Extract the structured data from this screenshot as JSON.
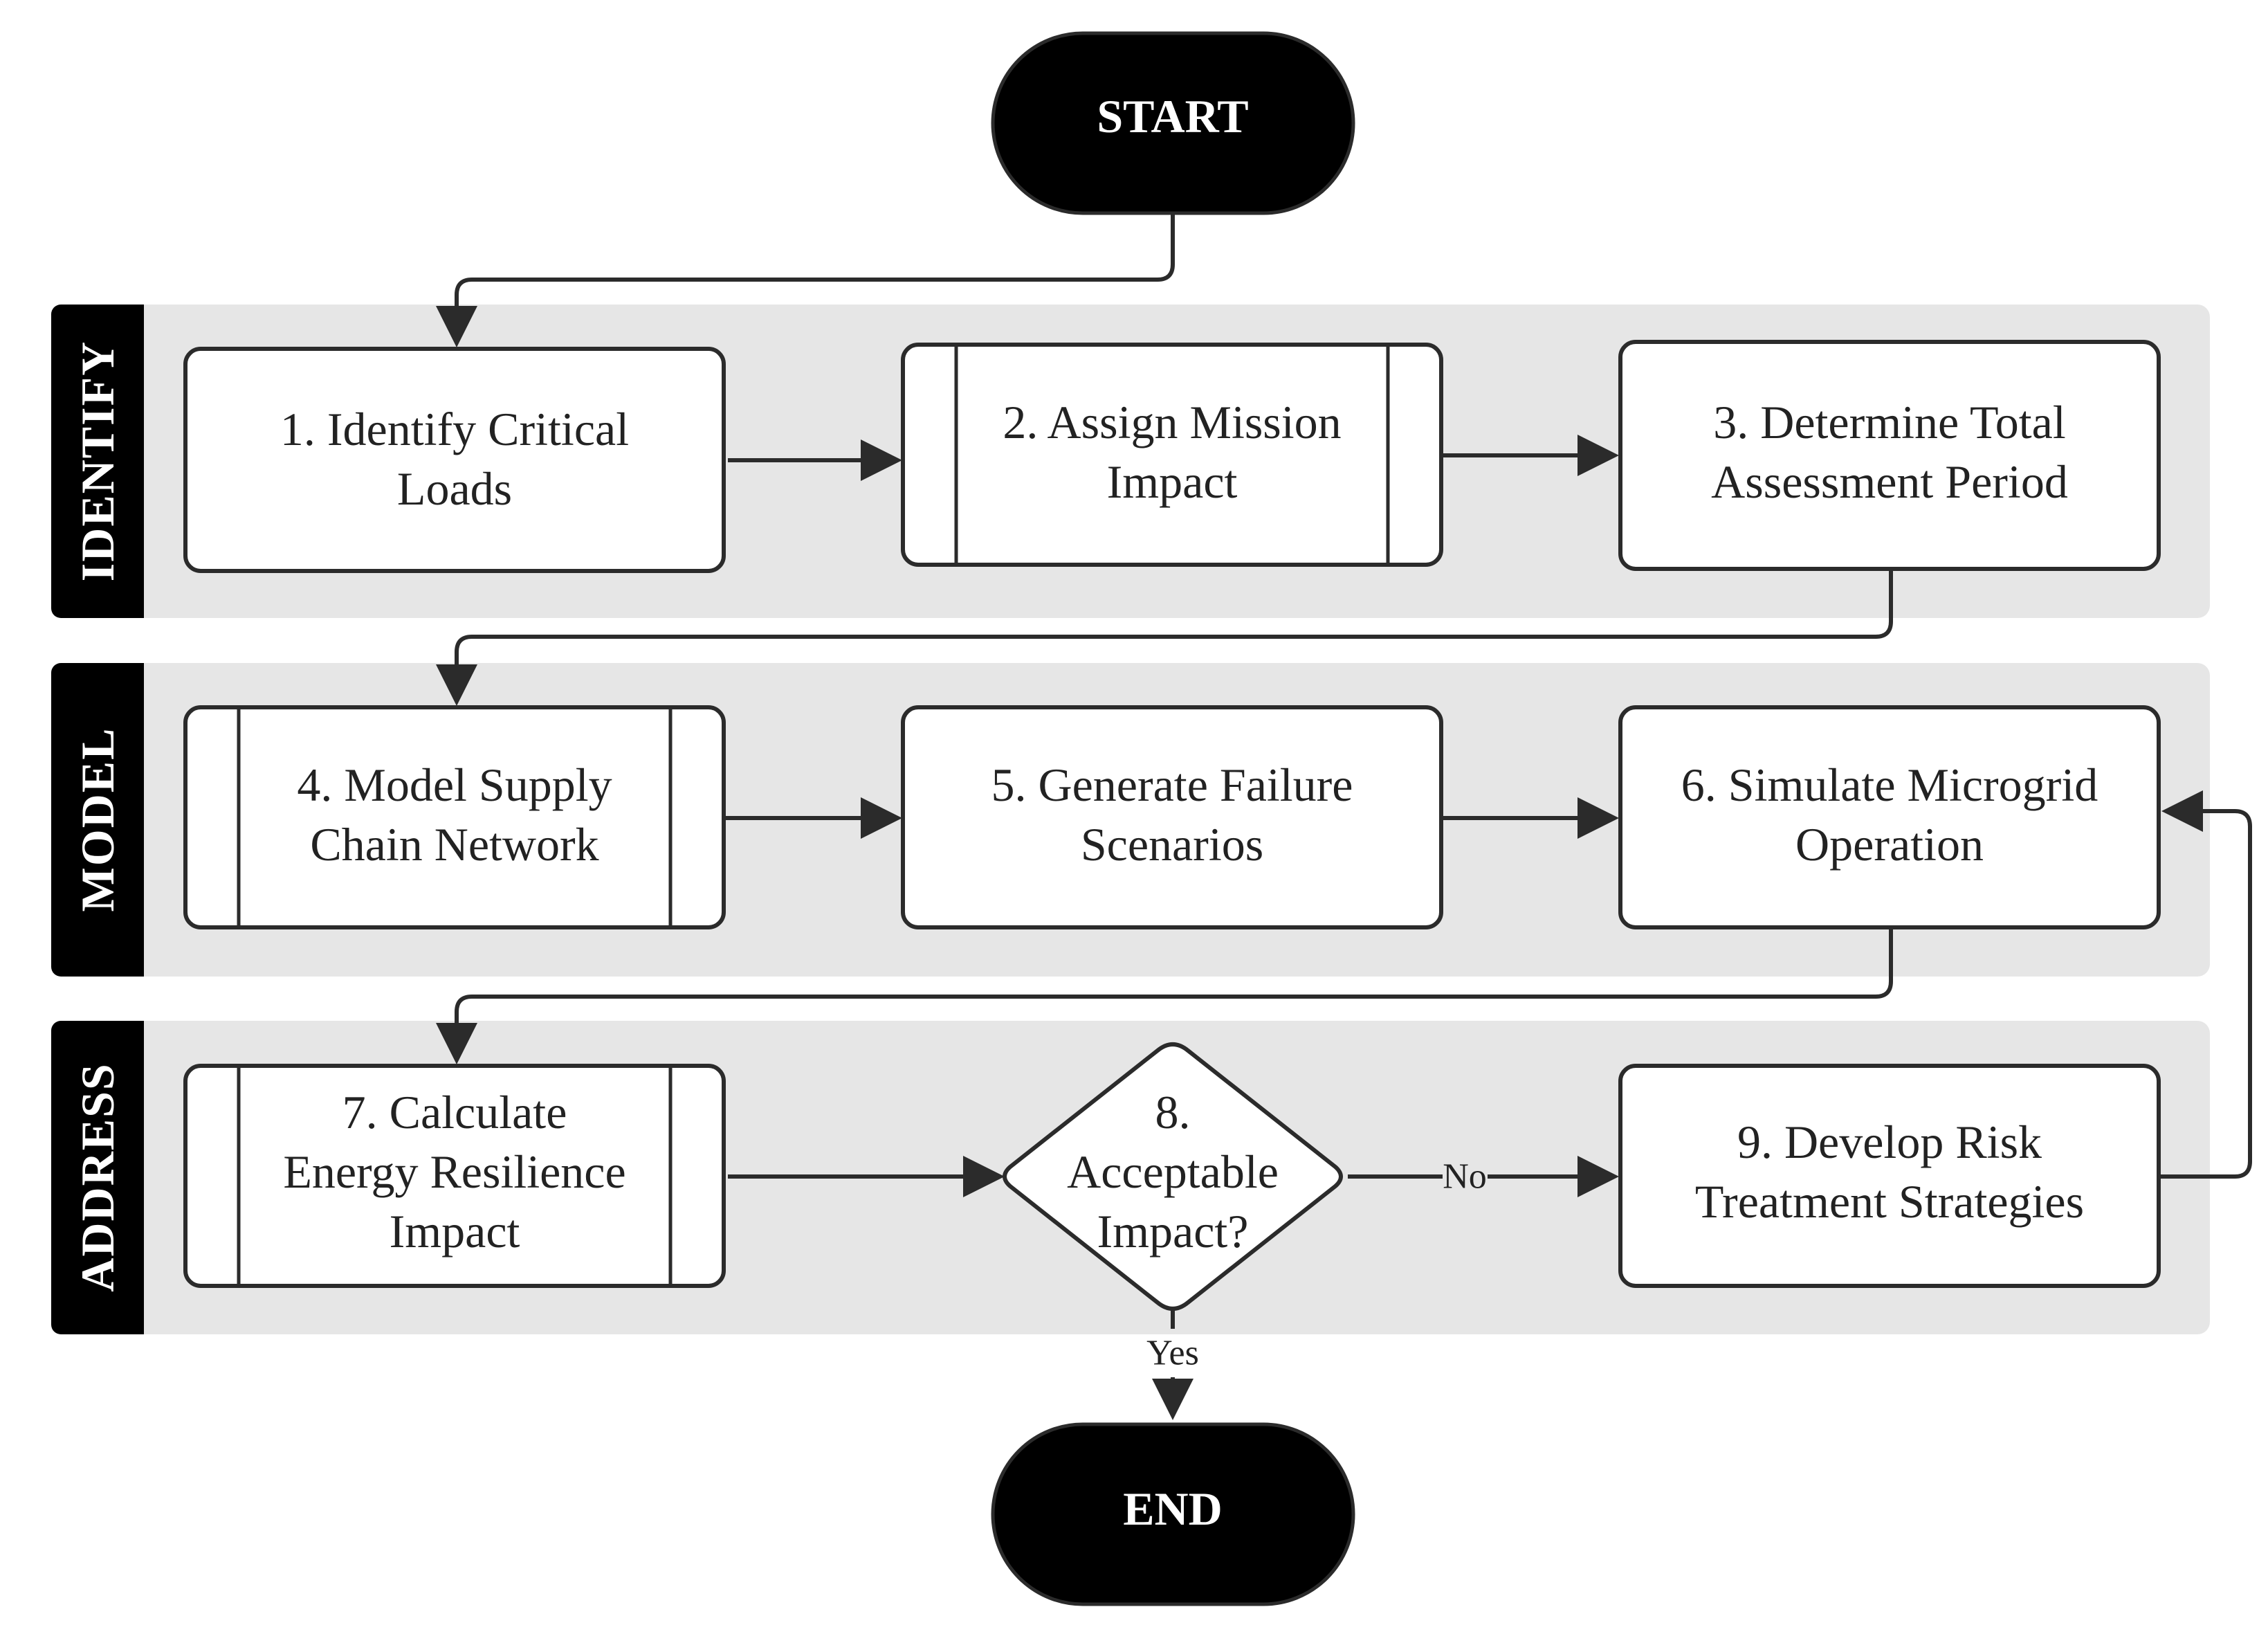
{
  "colors": {
    "lane_fill": "#e6e6e6",
    "lane_header": "#000000",
    "terminal_fill": "#000000",
    "box_stroke": "#2b2b2b",
    "text": "#222222"
  },
  "terminals": {
    "start": "START",
    "end": "END"
  },
  "lanes": [
    {
      "label": "IDENTIFY"
    },
    {
      "label": "MODEL"
    },
    {
      "label": "ADDRESS"
    }
  ],
  "steps": [
    {
      "id": "1",
      "lines": [
        "1. Identify Critical",
        "Loads"
      ],
      "shape": "process"
    },
    {
      "id": "2",
      "lines": [
        "2. Assign Mission",
        "Impact"
      ],
      "shape": "predefined-process"
    },
    {
      "id": "3",
      "lines": [
        "3. Determine Total",
        "Assessment Period"
      ],
      "shape": "process"
    },
    {
      "id": "4",
      "lines": [
        "4. Model Supply",
        "Chain Network"
      ],
      "shape": "predefined-process"
    },
    {
      "id": "5",
      "lines": [
        "5. Generate Failure",
        "Scenarios"
      ],
      "shape": "process"
    },
    {
      "id": "6",
      "lines": [
        "6. Simulate Microgrid",
        "Operation"
      ],
      "shape": "process"
    },
    {
      "id": "7",
      "lines": [
        "7. Calculate",
        "Energy Resilience",
        "Impact"
      ],
      "shape": "predefined-process"
    },
    {
      "id": "8",
      "lines": [
        "8.",
        "Acceptable",
        "Impact?"
      ],
      "shape": "decision"
    },
    {
      "id": "9",
      "lines": [
        "9. Develop Risk",
        "Treatment Strategies"
      ],
      "shape": "process"
    }
  ],
  "edge_labels": {
    "no": "No",
    "yes": "Yes"
  }
}
